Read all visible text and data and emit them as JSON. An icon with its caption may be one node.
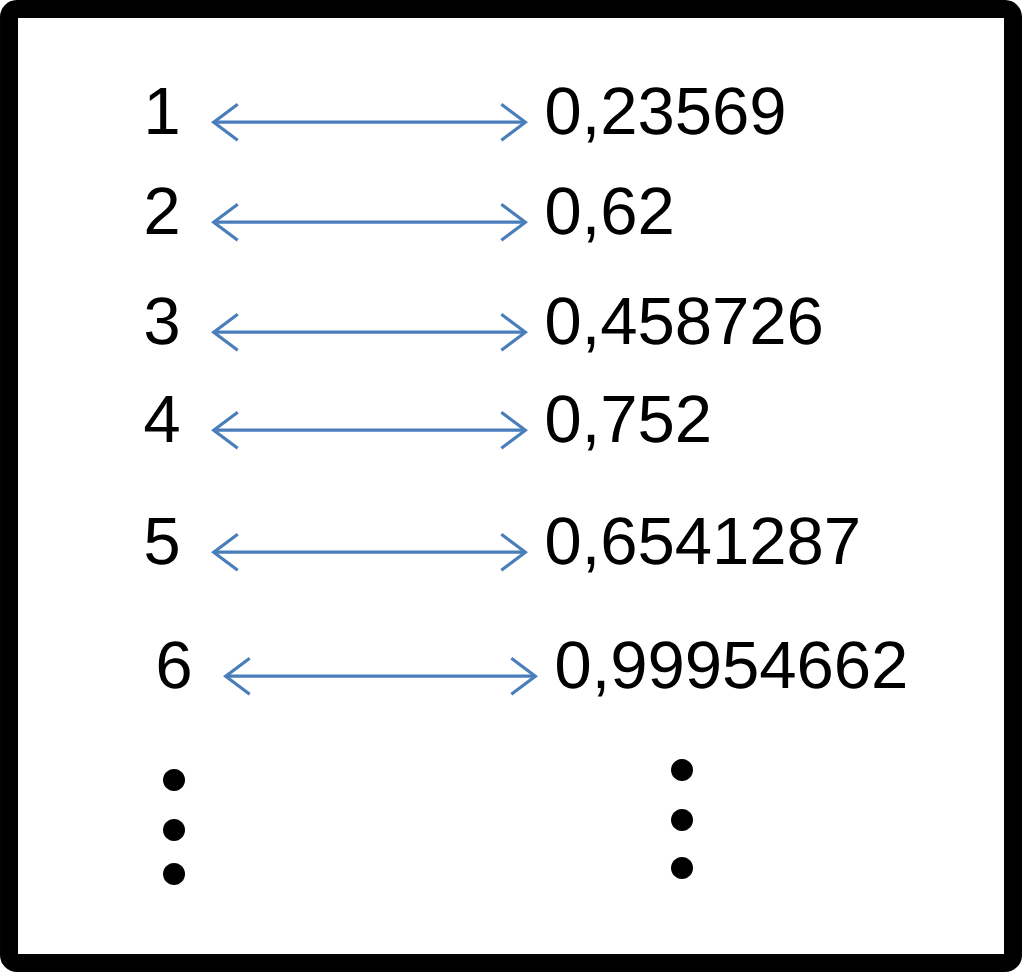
{
  "diagram": {
    "nodes": [
      {
        "text": [
          "1"
        ]
      },
      {
        "text": [
          "0,23569"
        ]
      },
      {
        "text": [
          "2"
        ]
      },
      {
        "text": [
          "0,62"
        ]
      },
      {
        "text": [
          "3"
        ]
      },
      {
        "text": [
          "0,458726"
        ]
      },
      {
        "text": [
          "4"
        ]
      },
      {
        "text": [
          "0,752"
        ]
      },
      {
        "text": [
          "5"
        ]
      },
      {
        "text": [
          "0,6541287"
        ]
      },
      {
        "text": [
          "6"
        ]
      },
      {
        "text": [
          "0,99954662"
        ]
      }
    ],
    "edges": [
      {
        "from": 0,
        "to": 1,
        "arrow": "both"
      },
      {
        "from": 2,
        "to": 3,
        "arrow": "both"
      },
      {
        "from": 4,
        "to": 5,
        "arrow": "both"
      },
      {
        "from": 6,
        "to": 7,
        "arrow": "both"
      },
      {
        "from": 8,
        "to": 9,
        "arrow": "both"
      },
      {
        "from": 10,
        "to": 11,
        "arrow": "both"
      }
    ]
  }
}
